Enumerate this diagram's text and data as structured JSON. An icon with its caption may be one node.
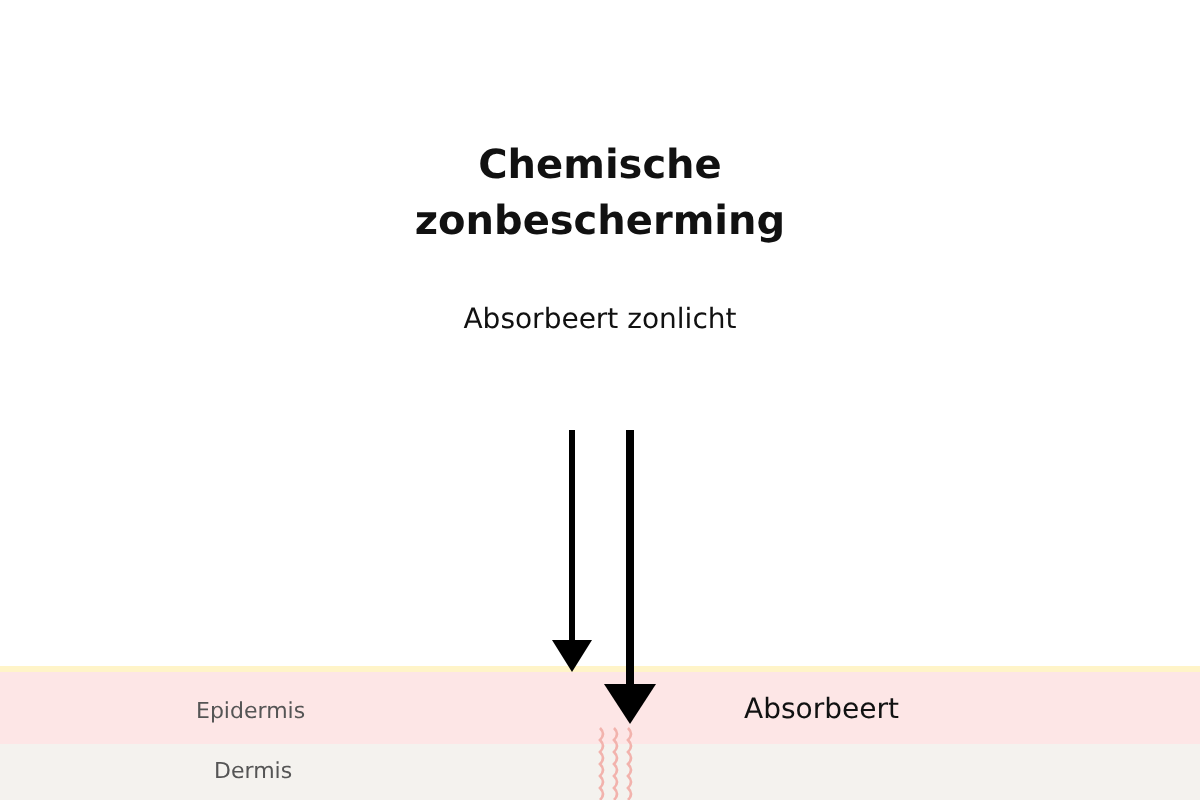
{
  "diagram": {
    "title": "Chemische zonbescherming",
    "nodes": [
      {
        "text": [
          "Epidermis",
          "Absorbeert"
        ]
      },
      {
        "text": [
          "Dermis"
        ]
      }
    ],
    "edges": [],
    "labels": [
      "Absorbeert zonlicht"
    ]
  }
}
